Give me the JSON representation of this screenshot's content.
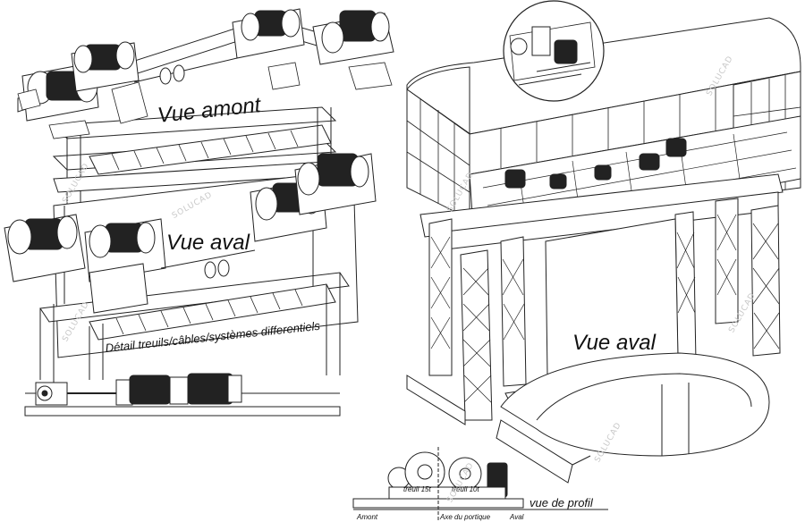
{
  "labels": {
    "vue_amont": "Vue amont",
    "vue_aval_left": "Vue aval",
    "detail": "Détail treuils/câbles/systèmes differentiels",
    "vue_aval_right": "Vue aval",
    "treuil_15t": "treuil 15t",
    "treuil_10t": "treuil 10t",
    "vue_de_profil": "vue de profil",
    "amont": "Amont",
    "axe_portique": "Axe du portique",
    "aval": "Aval"
  },
  "watermark": "SOLUCAD",
  "colors": {
    "line": "#222222",
    "background": "#ffffff",
    "watermark": "#c8c8c8"
  }
}
